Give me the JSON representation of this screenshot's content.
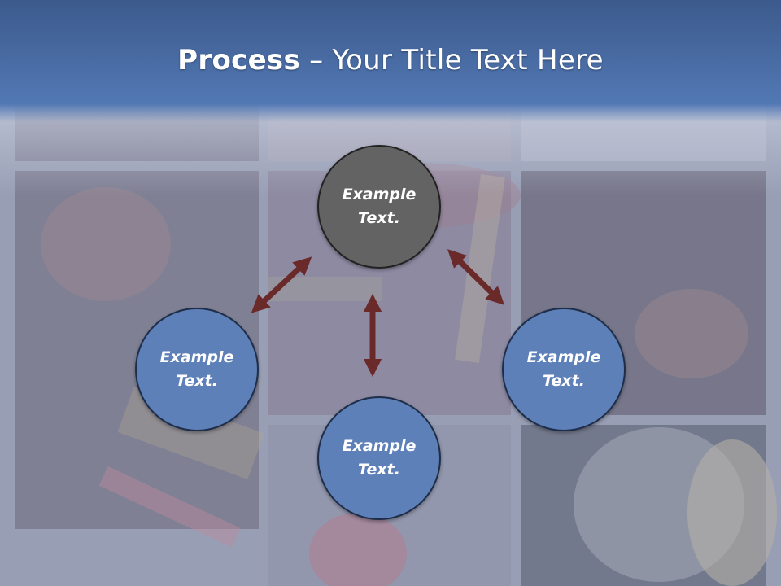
{
  "title": {
    "bold": "Process",
    "rest": " – Your Title Text Here"
  },
  "nodes": {
    "top": "Example Text.",
    "left": "Example Text.",
    "right": "Example Text.",
    "bottom": "Example Text."
  },
  "colors": {
    "header": "#4f72a8",
    "center_node": "#636363",
    "outer_node": "#5e80b8",
    "node_border": "#1e2e4a",
    "arrow": "#6b2a2a"
  }
}
